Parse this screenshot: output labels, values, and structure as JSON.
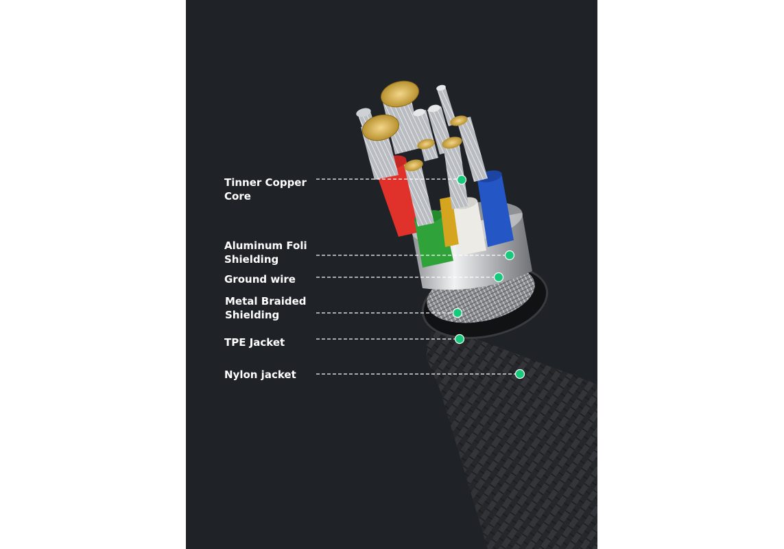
{
  "diagram": {
    "labels": [
      {
        "id": "tinned-copper-core",
        "text": "Tinner Copper\nCore"
      },
      {
        "id": "aluminum-foil-shielding",
        "text": "Aluminum Foli\nShielding"
      },
      {
        "id": "ground-wire",
        "text": "Ground wire"
      },
      {
        "id": "metal-braided-shielding",
        "text": "Metal Braided\nShielding"
      },
      {
        "id": "tpe-jacket",
        "text": "TPE Jacket"
      },
      {
        "id": "nylon-jacket",
        "text": "Nylon jacket"
      }
    ],
    "colors": {
      "background": "#1f2328",
      "marker": "#17c97a",
      "leader_line": "#ffffff",
      "wire_red": "#e0312b",
      "wire_green": "#2fa23a",
      "wire_yellow": "#d6a51f",
      "wire_white": "#ecebe6",
      "wire_blue": "#2456c6",
      "copper_gold": "#d9b45a",
      "nylon_jacket": "#2a2b2e"
    }
  }
}
